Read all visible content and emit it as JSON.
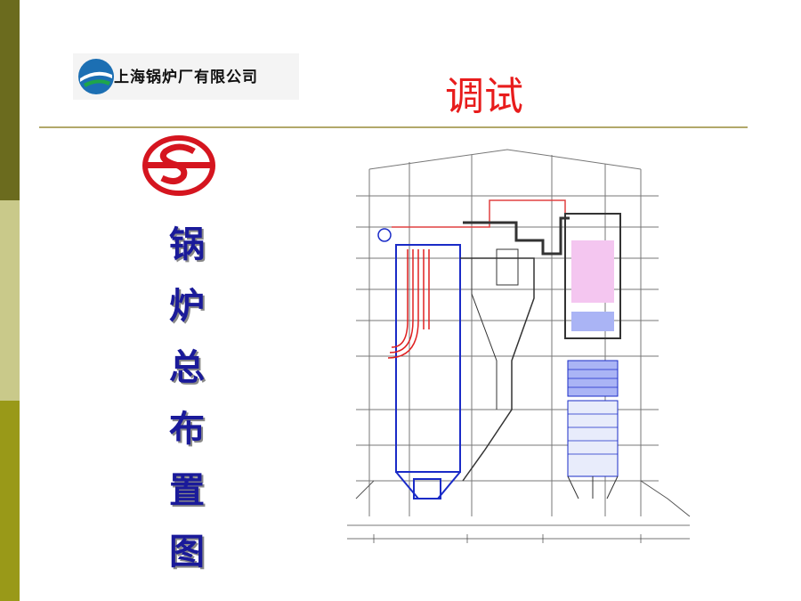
{
  "company_logo": {
    "name": "上海锅炉厂有限公司"
  },
  "title": "调试",
  "vertical_title": [
    "锅",
    "炉",
    "总",
    "布",
    "置",
    "图"
  ],
  "colors": {
    "title": "#e81c1c",
    "vertical_title": "#1a1a9a",
    "rule": "#b2a86a"
  },
  "icons": {
    "logo": "shanghai-boiler-logo-icon",
    "seal": "sbw-seal-icon"
  }
}
